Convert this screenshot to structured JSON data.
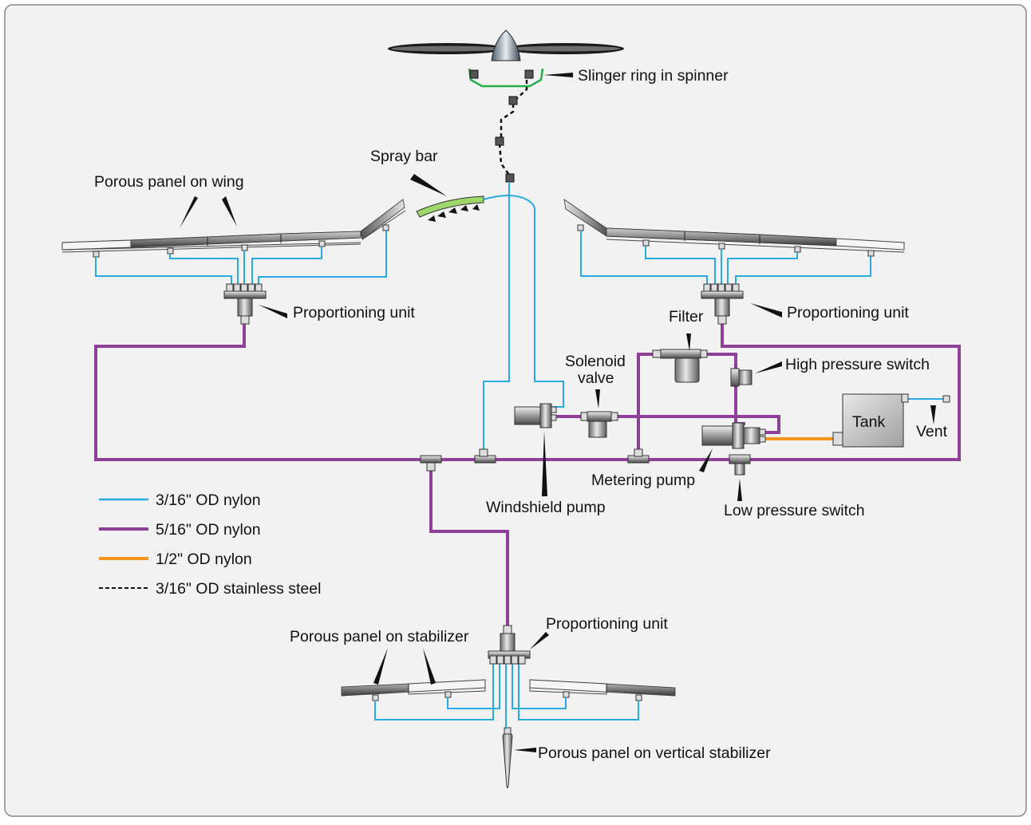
{
  "labels": {
    "slinger_ring": "Slinger ring in spinner",
    "spray_bar": "Spray bar",
    "porous_panel_wing": "Porous panel on wing",
    "proportioning_unit_left": "Proportioning unit",
    "proportioning_unit_right": "Proportioning unit",
    "proportioning_unit_tail": "Proportioning unit",
    "filter": "Filter",
    "solenoid_valve_line1": "Solenoid",
    "solenoid_valve_line2": "valve",
    "high_pressure_switch": "High pressure switch",
    "tank": "Tank",
    "vent": "Vent",
    "metering_pump": "Metering pump",
    "windshield_pump": "Windshield pump",
    "low_pressure_switch": "Low pressure switch",
    "porous_panel_stabilizer": "Porous panel on stabilizer",
    "porous_panel_vertical": "Porous panel on vertical stabilizer"
  },
  "legend": [
    {
      "label": "3/16\" OD nylon",
      "color": "#29abe2",
      "style": "solid"
    },
    {
      "label": "5/16\" OD nylon",
      "color": "#8e3f98",
      "style": "solid"
    },
    {
      "label": "1/2\" OD nylon",
      "color": "#f7941d",
      "style": "solid"
    },
    {
      "label": "3/16\" OD stainless steel",
      "color": "#111111",
      "style": "dashed"
    }
  ],
  "colors": {
    "background": "#f2f2f2",
    "border": "#888888",
    "thin_line": "#29abe2",
    "medium_line": "#8e3f98",
    "large_line": "#f7941d",
    "steel_line": "#111111",
    "spray_bar_fill": "#9ed86a",
    "slinger_ring": "#22b04b"
  }
}
